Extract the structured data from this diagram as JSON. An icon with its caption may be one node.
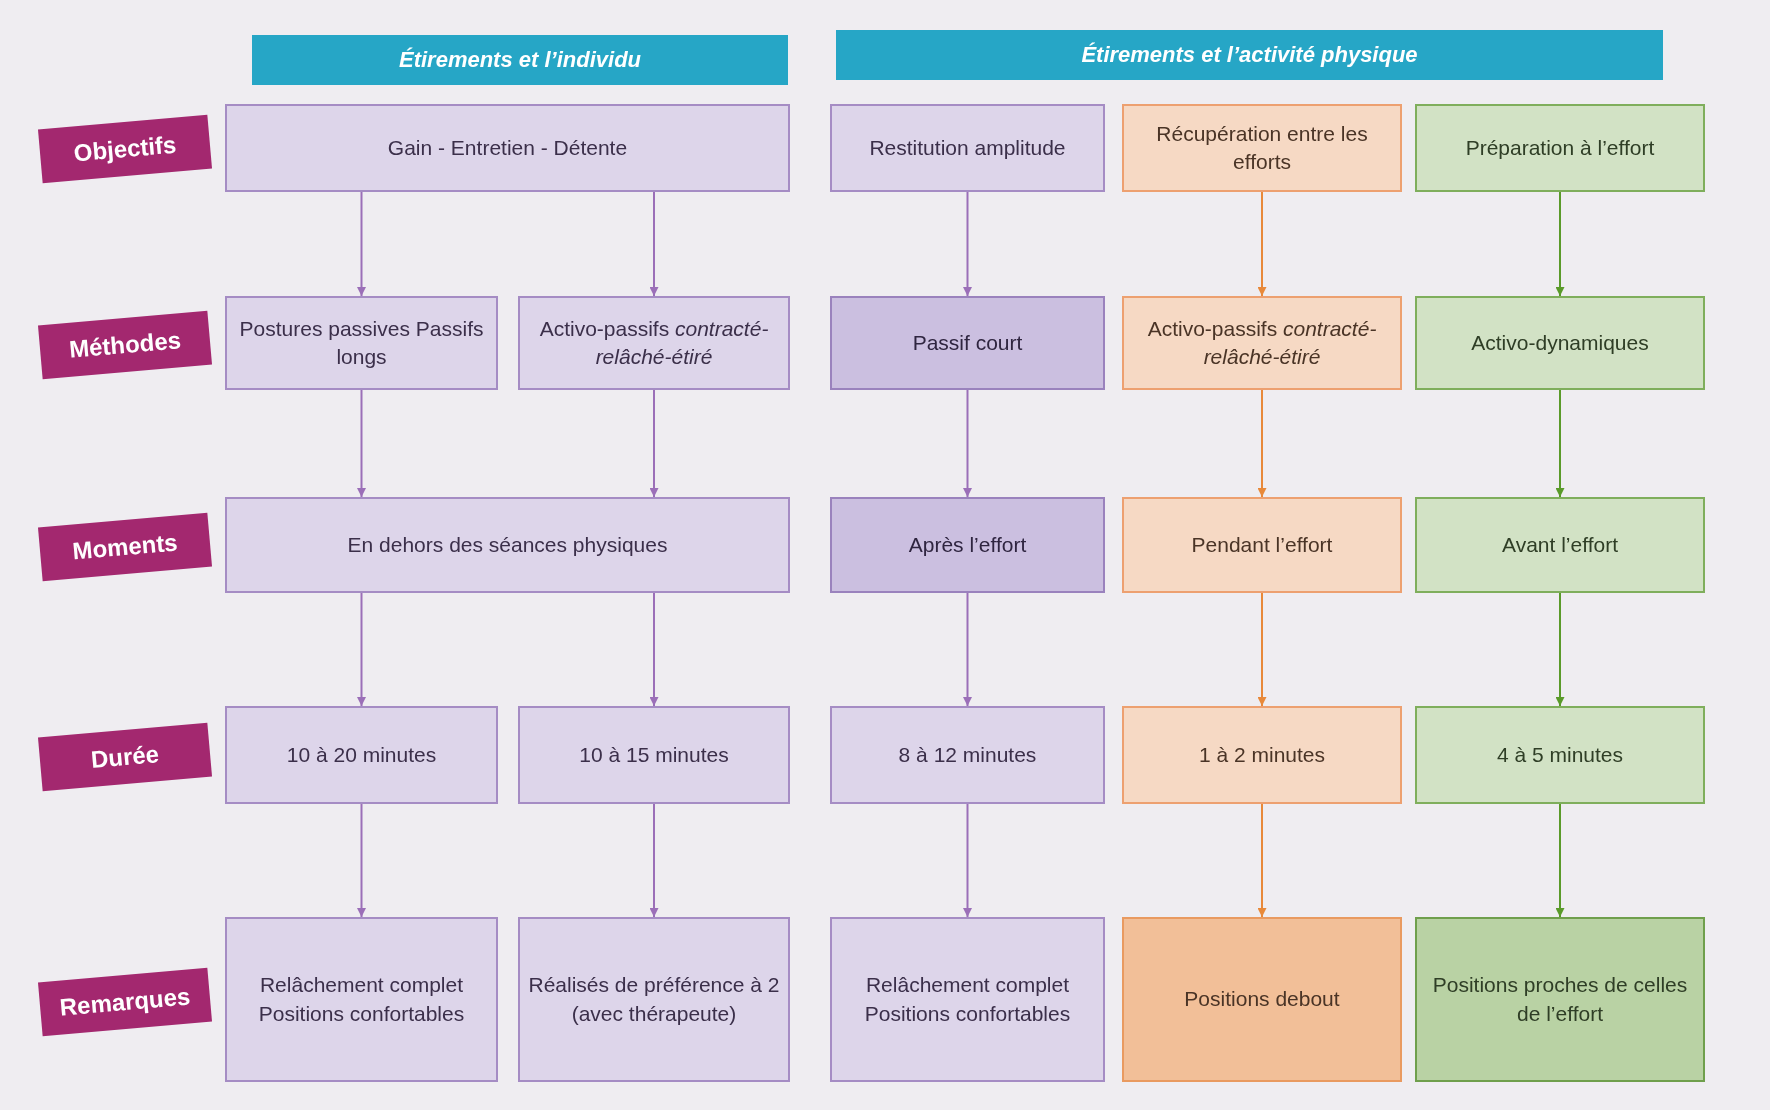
{
  "diagram": {
    "nodes": [
      {
        "text": [
          "Étirements et l’individu"
        ]
      },
      {
        "text": [
          "Étirements et l’activité physique"
        ]
      },
      {
        "text": [
          "Objectifs"
        ]
      },
      {
        "text": [
          "Gain - Entretien - Détente"
        ]
      },
      {
        "text": [
          "Restitution amplitude"
        ]
      },
      {
        "text": [
          "Récupération entre les efforts"
        ]
      },
      {
        "text": [
          "Préparation à l’effort"
        ]
      },
      {
        "text": [
          "Méthodes"
        ]
      },
      {
        "text": [
          "Postures passives Passifs longs"
        ]
      },
      {
        "text": [
          "Activo-passifs *contracté-relâché-étiré*"
        ]
      },
      {
        "text": [
          "Passif court"
        ]
      },
      {
        "text": [
          "Activo-passifs *contracté-relâché-étiré*"
        ]
      },
      {
        "text": [
          "Activo-dynamiques"
        ]
      },
      {
        "text": [
          "Moments"
        ]
      },
      {
        "text": [
          "En dehors des séances physiques"
        ]
      },
      {
        "text": [
          "Après l’effort"
        ]
      },
      {
        "text": [
          "Pendant l’effort"
        ]
      },
      {
        "text": [
          "Avant l’effort"
        ]
      },
      {
        "text": [
          "Durée"
        ]
      },
      {
        "text": [
          "10 à 20 minutes"
        ]
      },
      {
        "text": [
          "10 à 15 minutes"
        ]
      },
      {
        "text": [
          "8 à 12 minutes"
        ]
      },
      {
        "text": [
          "1 à 2 minutes"
        ]
      },
      {
        "text": [
          "4 à 5 minutes"
        ]
      },
      {
        "text": [
          "Remarques"
        ]
      },
      {
        "text": [
          "Relâchement complet Positions confortables"
        ]
      },
      {
        "text": [
          "Réalisés de préférence à 2 (avec thérapeute)"
        ]
      },
      {
        "text": [
          "Relâchement complet Positions confortables"
        ]
      },
      {
        "text": [
          "Positions debout"
        ]
      },
      {
        "text": [
          "Positions proches de celles de l’effort"
        ]
      }
    ],
    "edges": [
      {
        "from": 3,
        "to": 8,
        "arrow": "to"
      },
      {
        "from": 3,
        "to": 9,
        "arrow": "to"
      },
      {
        "from": 4,
        "to": 10,
        "arrow": "to"
      },
      {
        "from": 5,
        "to": 11,
        "arrow": "to",
        "color": "#e8893a"
      },
      {
        "from": 6,
        "to": 12,
        "arrow": "to",
        "color": "#5a9a2a"
      },
      {
        "from": 8,
        "to": 14,
        "arrow": "to"
      },
      {
        "from": 9,
        "to": 14,
        "arrow": "to"
      },
      {
        "from": 10,
        "to": 15,
        "arrow": "to"
      },
      {
        "from": 11,
        "to": 16,
        "arrow": "to",
        "color": "#e8893a"
      },
      {
        "from": 12,
        "to": 17,
        "arrow": "to",
        "color": "#5a9a2a"
      },
      {
        "from": 14,
        "to": 19,
        "arrow": "to"
      },
      {
        "from": 14,
        "to": 20,
        "arrow": "to"
      },
      {
        "from": 15,
        "to": 21,
        "arrow": "to"
      },
      {
        "from": 16,
        "to": 22,
        "arrow": "to",
        "color": "#e8893a"
      },
      {
        "from": 17,
        "to": 23,
        "arrow": "to",
        "color": "#5a9a2a"
      },
      {
        "from": 19,
        "to": 25,
        "arrow": "to"
      },
      {
        "from": 20,
        "to": 26,
        "arrow": "to"
      },
      {
        "from": 21,
        "to": 27,
        "arrow": "to"
      },
      {
        "from": 22,
        "to": 28,
        "arrow": "to",
        "color": "#e8893a"
      },
      {
        "from": 23,
        "to": 29,
        "arrow": "to",
        "color": "#5a9a2a"
      }
    ]
  }
}
